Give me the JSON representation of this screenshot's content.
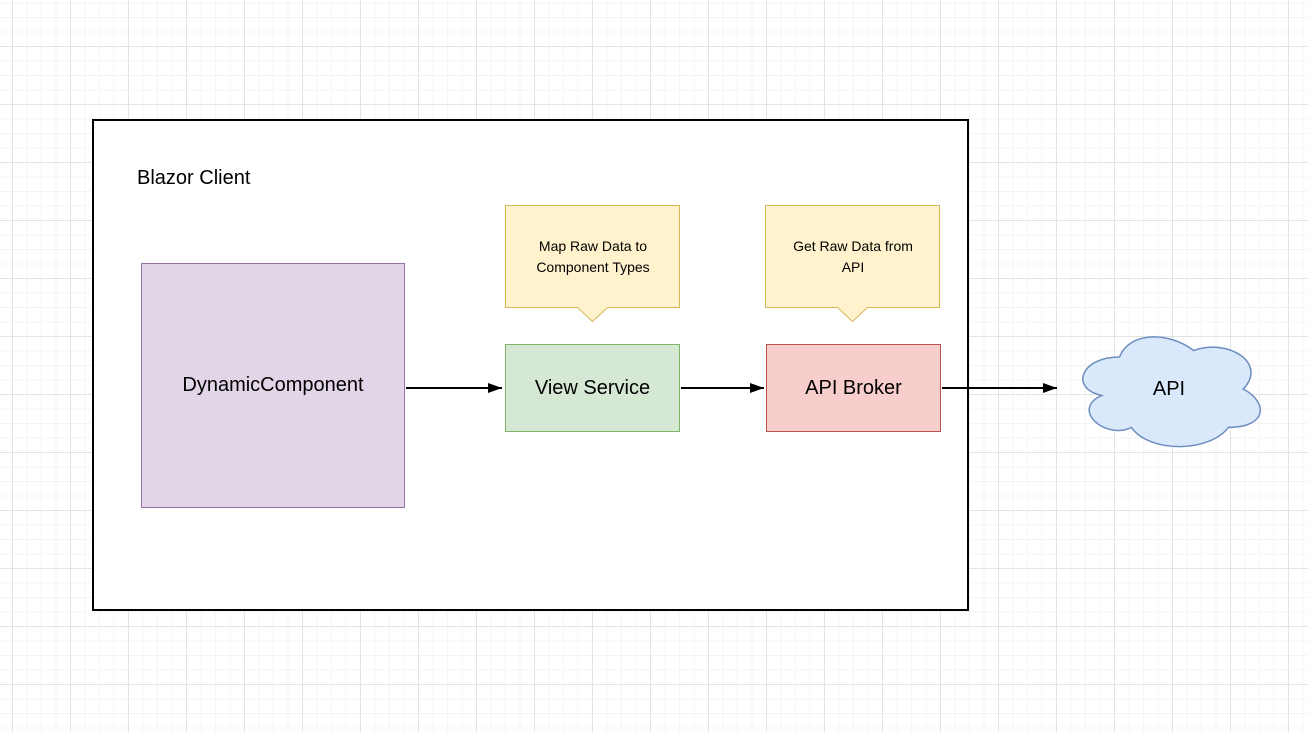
{
  "canvas": {
    "background": "#ffffff",
    "grid_minor_color": "#f4f4f4",
    "grid_major_color": "#e3e3e3"
  },
  "container": {
    "label": "Blazor Client",
    "fill": "#ffffff",
    "stroke": "#000000"
  },
  "nodes": {
    "dynamic_component": {
      "label": "DynamicComponent",
      "fill": "#E1D5E7",
      "stroke": "#9673A6"
    },
    "view_service": {
      "label": "View Service",
      "fill": "#D5E8D4",
      "stroke": "#82B366"
    },
    "api_broker": {
      "label": "API Broker",
      "fill": "#F8CECC",
      "stroke": "#B85450"
    },
    "api_cloud": {
      "label": "API",
      "fill": "#DAE8FC",
      "stroke": "#6C8EBF"
    }
  },
  "callouts": {
    "map_raw_data": {
      "label": "Map Raw Data to Component Types",
      "fill": "#FFF2CC",
      "stroke": "#D6B656"
    },
    "get_raw_data": {
      "label": "Get Raw Data from API",
      "fill": "#FFF2CC",
      "stroke": "#D6B656"
    }
  },
  "edges": {
    "color": "#000000",
    "connections": [
      {
        "from": "DynamicComponent",
        "to": "View Service"
      },
      {
        "from": "View Service",
        "to": "API Broker"
      },
      {
        "from": "API Broker",
        "to": "API"
      }
    ]
  }
}
